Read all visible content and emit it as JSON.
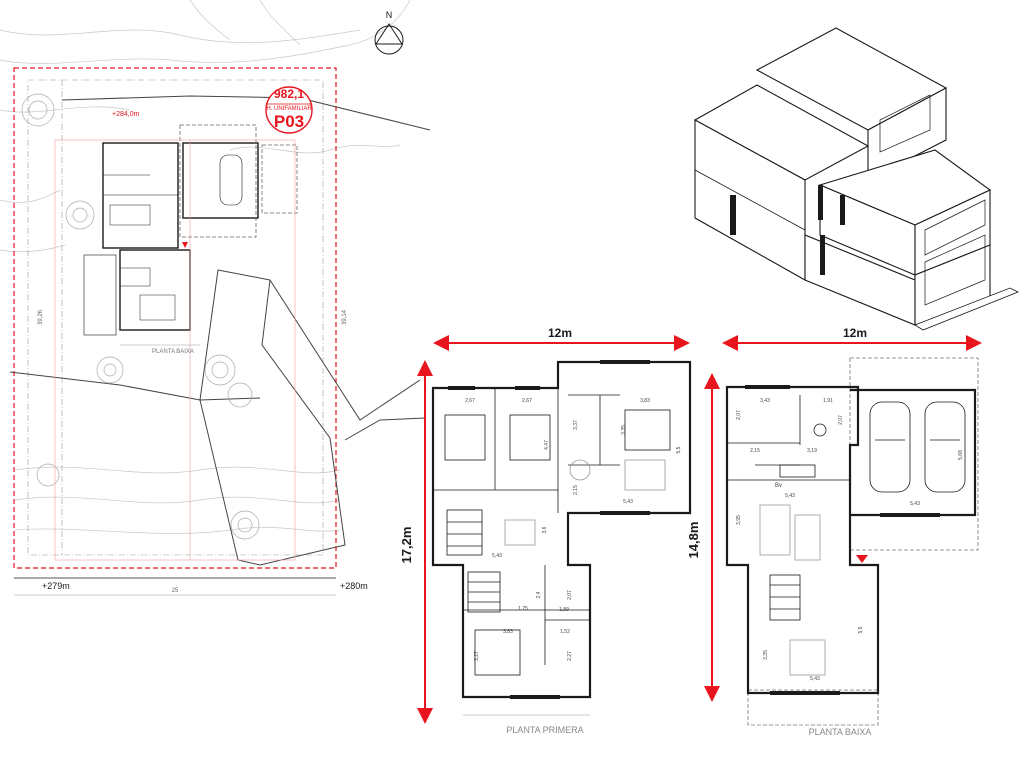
{
  "site_plan": {
    "north_label": "N",
    "badge": {
      "value": "982,1",
      "type": "H. UNIFAMILIAR",
      "code": "P03"
    },
    "elevation_top": "+284,0m",
    "elevation_left": "+279m",
    "elevation_right": "+280m",
    "dim_bottom": "25",
    "dim_left": "39,26",
    "dim_right": "39,14",
    "plan_label": "PLANTA BAIXA"
  },
  "upper_plan": {
    "width_label": "12m",
    "height_label": "17,2m",
    "title": "PLANTA PRIMERA",
    "dims": [
      "2,67",
      "2,67",
      "3,83",
      "4,47",
      "3,35",
      "3,37",
      "5,5",
      "2,15",
      "5,43",
      "3,6",
      "5,43",
      "1,75",
      "2,4",
      "2,07",
      "1,89",
      "3,83",
      "1,52",
      "3,27",
      "2,27"
    ]
  },
  "ground_plan": {
    "width_label": "12m",
    "height_label": "14,8m",
    "title": "PLANTA BAIXA",
    "dims": [
      "3,43",
      "1,91",
      "2,07",
      "2,07",
      "2,15",
      "3,19",
      "5,68",
      "5,43",
      "5,43",
      "3,95",
      "3,35",
      "5,5",
      "5,43"
    ],
    "appliance_label": "Bv"
  },
  "colors": {
    "accent": "#e8141e",
    "line": "#1a1a1a",
    "faint": "#b8b8b8"
  }
}
